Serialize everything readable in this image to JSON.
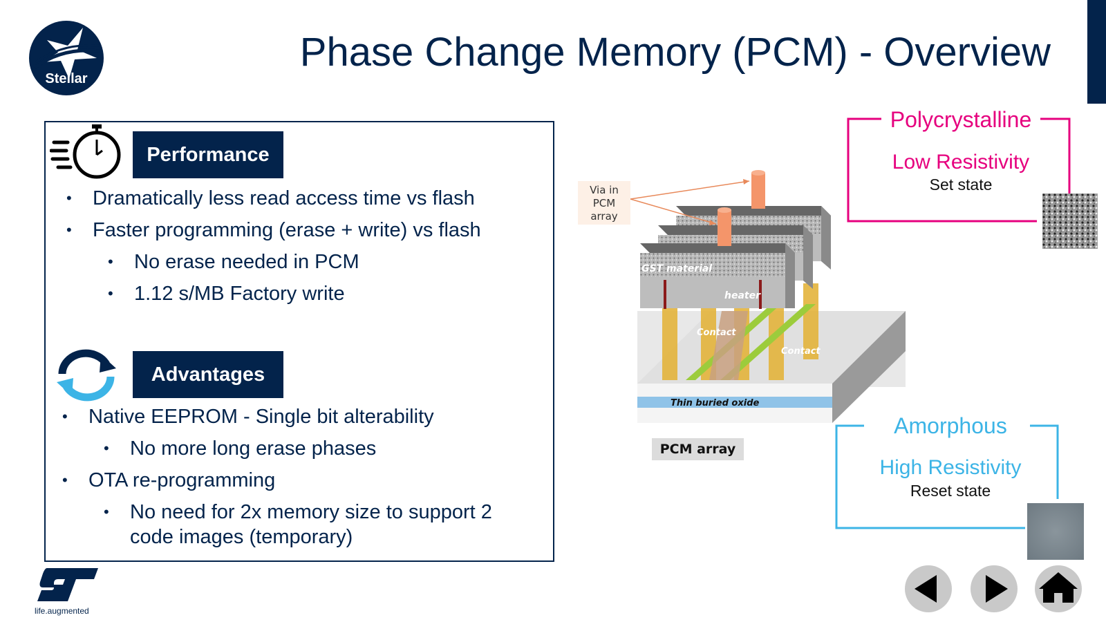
{
  "header": {
    "title": "Phase Change Memory (PCM) - Overview",
    "logo_text": "Stellar"
  },
  "performance": {
    "label": "Performance",
    "bullets": [
      "Dramatically less read access time vs flash",
      "Faster programming (erase + write) vs flash"
    ],
    "sub_bullets": [
      "No erase needed in PCM",
      "1.12 s/MB Factory write"
    ]
  },
  "advantages": {
    "label": "Advantages",
    "bullet_1": "Native EEPROM - Single bit alterability",
    "bullet_1_sub": "No more long erase phases",
    "bullet_2": "OTA re-programming",
    "bullet_2_sub_line1": "No need for 2x memory size to support 2",
    "bullet_2_sub_line2": "code images (temporary)"
  },
  "figure": {
    "via_label_line1": "Via in",
    "via_label_line2": "PCM",
    "via_label_line3": "array",
    "gst_label": "GST material",
    "heater_label": "heater",
    "contact_label_1": "Contact",
    "contact_label_2": "Contact",
    "oxide_label": "Thin buried oxide",
    "array_label": "PCM array"
  },
  "states": {
    "polycrystalline": {
      "title": "Polycrystalline",
      "resistivity": "Low Resistivity",
      "state": "Set state"
    },
    "amorphous": {
      "title": "Amorphous",
      "resistivity": "High Resistivity",
      "state": "Reset state"
    }
  },
  "footer": {
    "tagline": "life.augmented"
  },
  "colors": {
    "navy": "#03234b",
    "magenta": "#e6007e",
    "cyan": "#3cb4e6",
    "button_gray": "#c9c9c9"
  }
}
